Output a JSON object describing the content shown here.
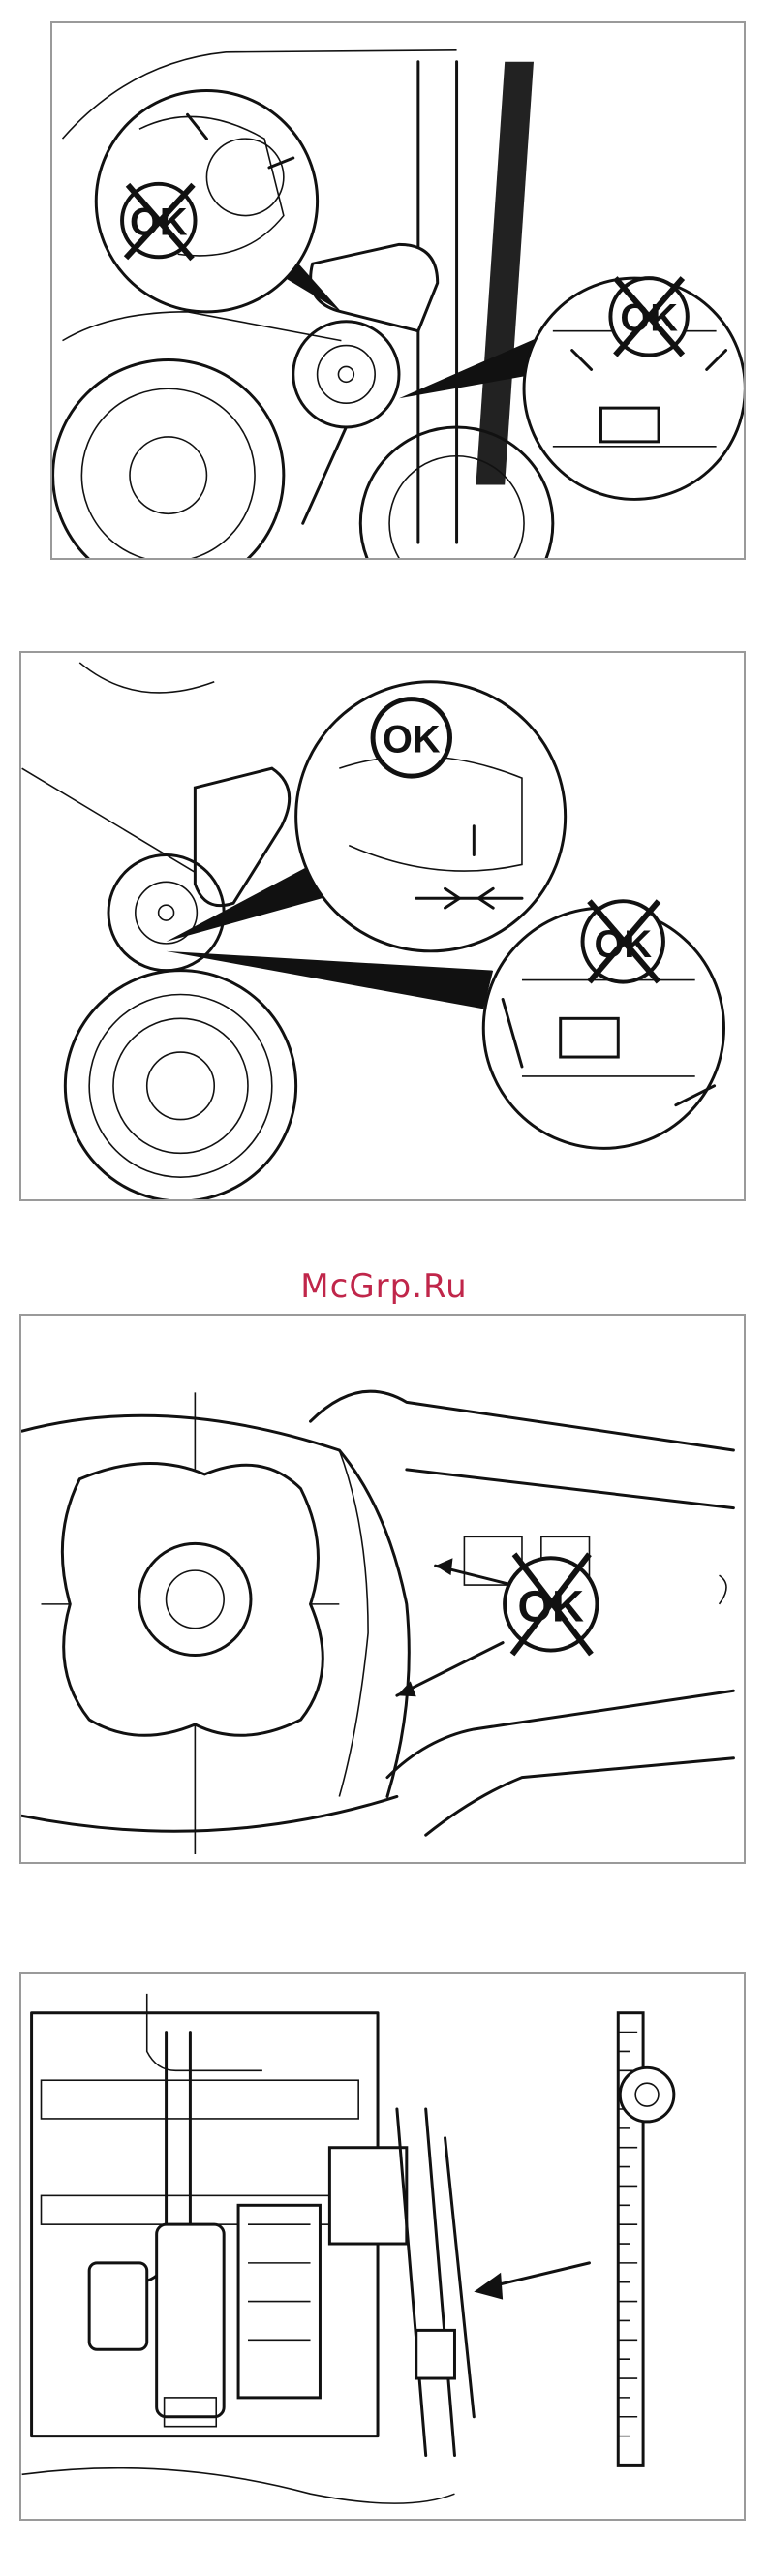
{
  "figures": [
    {
      "id": "belt-tensioner-alignment",
      "badges": [
        "OK",
        "OK"
      ]
    },
    {
      "id": "belt-tensioner-gap",
      "badges": [
        "OK",
        "OK"
      ]
    },
    {
      "id": "belt-wear-pulley",
      "badges": [
        "OK"
      ]
    },
    {
      "id": "belt-deflection-measure",
      "badges": []
    }
  ],
  "watermark": "McGrp.Ru",
  "colors": {
    "watermark": "#c0264a",
    "ink": "#111111",
    "frame": "#9a9a9a"
  }
}
